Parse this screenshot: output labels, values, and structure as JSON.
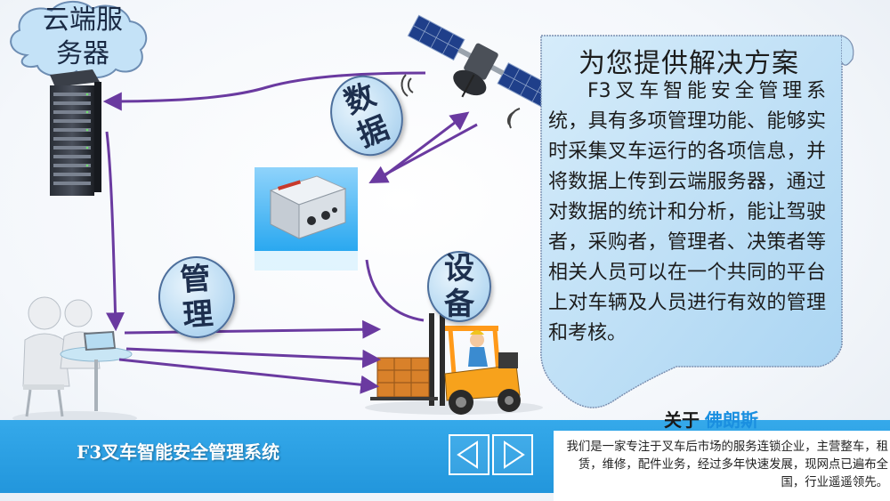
{
  "diagram": {
    "cloud_label": [
      "云端服",
      "务器"
    ],
    "bubble_data": [
      "数",
      "据"
    ],
    "bubble_management": [
      "管",
      "理"
    ],
    "bubble_device": [
      "设",
      "备"
    ]
  },
  "panel": {
    "title": "为您提供解决方案",
    "body": "F3叉车智能安全管理系统，具有多项管理功能、能够实时采集叉车运行的各项信息，并将数据上传到云端服务器，通过对数据的统计和分析，能让驾驶者，采购者，管理者、决策者等相关人员可以在一个共同的平台上对车辆及人员进行有效的管理和考核。"
  },
  "footer": {
    "title": "F3叉车智能安全管理系统",
    "about_prefix": "关于",
    "about_brand": "佛朗斯",
    "about_text": "我们是一家专注于叉车后市场的服务连锁企业，主营整车，租赁，维修，配件业务，经过多年快速发展，现网点已遍布全国，行业遥遥领先。"
  },
  "colors": {
    "arrow": "#6a3aa0",
    "panel_fill": "#bfe0f6",
    "panel_border": "#7a8fb0",
    "bar": "#2c9fe4",
    "accent": "#1a8fe0"
  },
  "icons": {
    "cloud": "cloud-icon",
    "server": "server-rack-icon",
    "satellite": "satellite-icon",
    "device": "telematics-device-icon",
    "people": "people-at-computer-icon",
    "forklift": "forklift-icon",
    "prev": "chevron-left-icon",
    "next": "chevron-right-icon"
  }
}
